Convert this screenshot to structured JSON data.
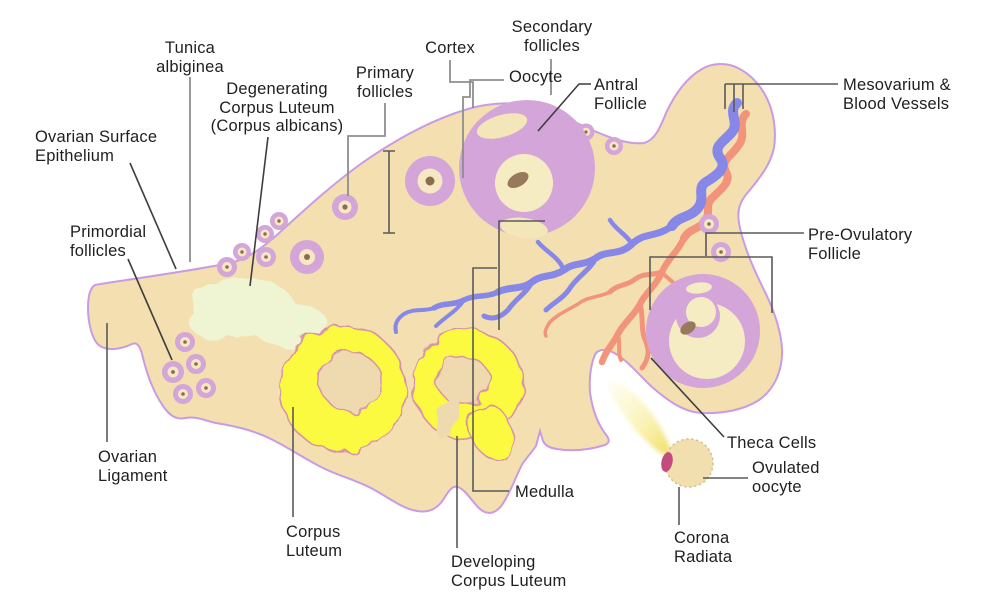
{
  "diagram": {
    "title": "Ovary anatomy diagram",
    "background": "#ffffff",
    "colors": {
      "body_tan": "#f3dfb0",
      "surface_outline_purple": "#c99be3",
      "follicle_purple": "#d4a5d8",
      "follicle_inner_cream": "#f6e8c2",
      "oocyte_brown": "#8f7252",
      "corpus_luteum_yellow": "#fbf93f",
      "corpus_luteum_edge_pink": "#d891a8",
      "corpus_albicans_pale": "#eff5d3",
      "artery_salmon": "#f2947c",
      "vein_blue": "#8787e8",
      "ovulated_oocyte_pink": "#c34b7e",
      "label_text": "#1f1f1f",
      "leader_line_gray": "#8e8e8e",
      "leader_line_dark": "#3e3e3e"
    },
    "labels": {
      "tunica": {
        "lines": [
          "Tunica",
          "albiginea"
        ]
      },
      "degenerating": {
        "lines": [
          "Degenerating",
          "Corpus Luteum",
          "(Corpus albicans)"
        ]
      },
      "surface": {
        "lines": [
          "Ovarian Surface",
          "Epithelium"
        ]
      },
      "primordial": {
        "lines": [
          "Primordial",
          "follicles"
        ]
      },
      "primary": {
        "lines": [
          "Primary",
          "follicles"
        ]
      },
      "cortex": {
        "lines": [
          "Cortex"
        ]
      },
      "oocyte": {
        "lines": [
          "Oocyte"
        ]
      },
      "secondary": {
        "lines": [
          "Secondary",
          "follicles"
        ]
      },
      "antral": {
        "lines": [
          "Antral",
          "Follicle"
        ]
      },
      "mesovarium": {
        "lines": [
          "Mesovarium &",
          "Blood Vessels"
        ]
      },
      "preovulatory": {
        "lines": [
          "Pre-Ovulatory",
          "Follicle"
        ]
      },
      "ligament": {
        "lines": [
          "Ovarian",
          "Ligament"
        ]
      },
      "corpus_luteum": {
        "lines": [
          "Corpus",
          "Luteum"
        ]
      },
      "medulla": {
        "lines": [
          "Medulla"
        ]
      },
      "developing": {
        "lines": [
          "Developing",
          "Corpus Luteum"
        ]
      },
      "theca": {
        "lines": [
          "Theca Cells"
        ]
      },
      "ovulated": {
        "lines": [
          "Ovulated",
          "oocyte"
        ]
      },
      "corona": {
        "lines": [
          "Corona",
          "Radiata"
        ]
      }
    }
  }
}
